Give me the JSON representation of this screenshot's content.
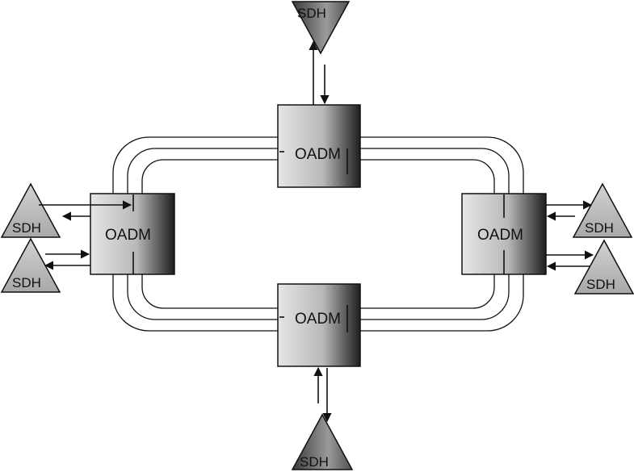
{
  "diagram": {
    "colors": {
      "box_light": "#e6e6e6",
      "box_dark": "#1e1e1e",
      "sdh_light": "#d2d2d2",
      "sdh_dark": "#3a3a3a",
      "line": "#111111"
    },
    "nodes": {
      "top": {
        "label": "OADM"
      },
      "left": {
        "label": "OADM"
      },
      "right": {
        "label": "OADM"
      },
      "bottom": {
        "label": "OADM"
      }
    },
    "terminals": {
      "top": {
        "label": "SDH"
      },
      "left_upper": {
        "label": "SDH"
      },
      "left_lower": {
        "label": "SDH"
      },
      "right_upper": {
        "label": "SDH"
      },
      "right_lower": {
        "label": "SDH"
      },
      "bottom": {
        "label": "SDH"
      }
    }
  }
}
